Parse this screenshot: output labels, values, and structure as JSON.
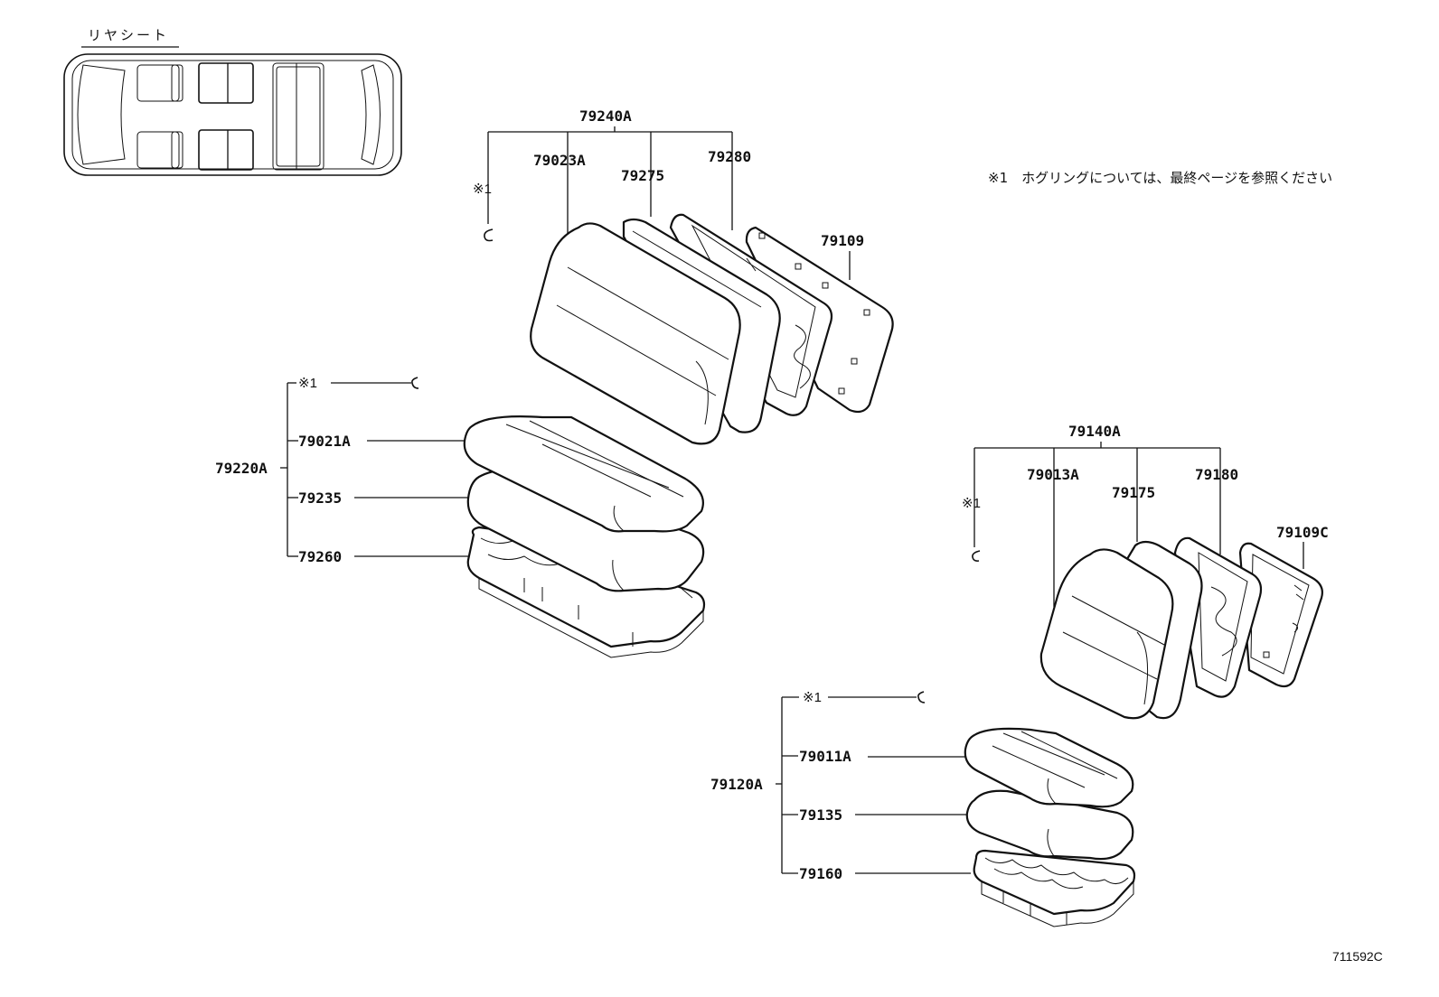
{
  "inset": {
    "title": "リヤシート"
  },
  "note": "※1　ホグリングについては、最終ページを参照ください",
  "hog_ring_marker": "※1",
  "diagram_code": "711592C",
  "bench_back": {
    "assembly": "79240A",
    "cover": "79023A",
    "pad": "79275",
    "frame": "79280",
    "board": "79109"
  },
  "bench_cushion": {
    "assembly": "79220A",
    "cover": "79021A",
    "pad": "79235",
    "frame": "79260"
  },
  "single_back": {
    "assembly": "79140A",
    "cover": "79013A",
    "pad": "79175",
    "frame": "79180",
    "board": "79109C"
  },
  "single_cushion": {
    "assembly": "79120A",
    "cover": "79011A",
    "pad": "79135",
    "frame": "79160"
  }
}
